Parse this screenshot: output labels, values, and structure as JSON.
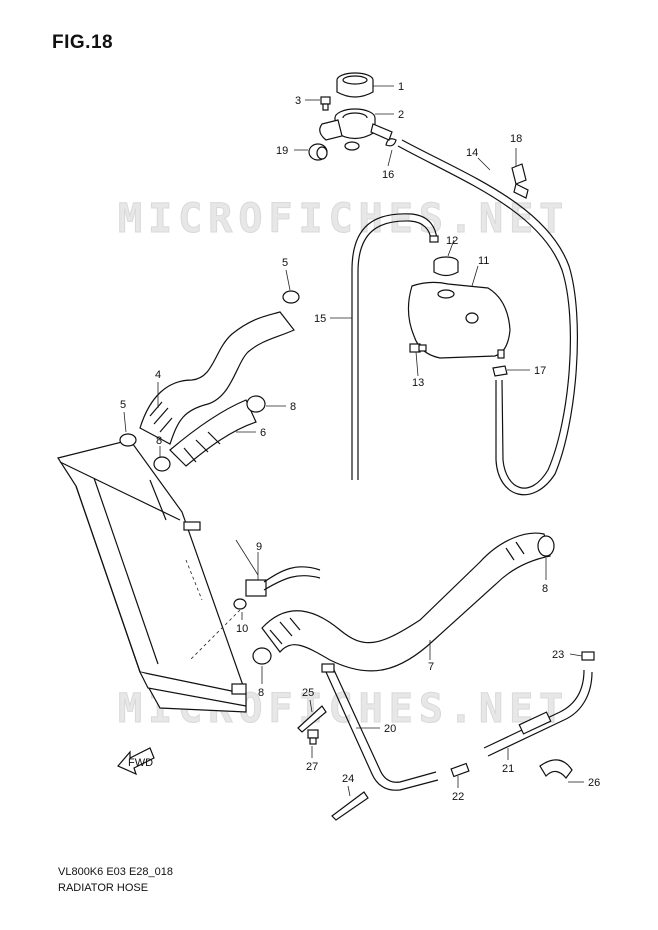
{
  "figure": {
    "title": "FIG.18",
    "model_code": "VL800K6 E03 E28_018",
    "section_name": "RADIATOR HOSE",
    "watermark": "MICROFICHES.NET",
    "fwd_label": "FWD"
  },
  "callouts": [
    "1",
    "2",
    "3",
    "4",
    "5",
    "5",
    "6",
    "7",
    "8",
    "8",
    "8",
    "8",
    "9",
    "10",
    "11",
    "12",
    "13",
    "14",
    "15",
    "16",
    "17",
    "18",
    "19",
    "20",
    "21",
    "22",
    "23",
    "24",
    "25",
    "26",
    "27"
  ]
}
